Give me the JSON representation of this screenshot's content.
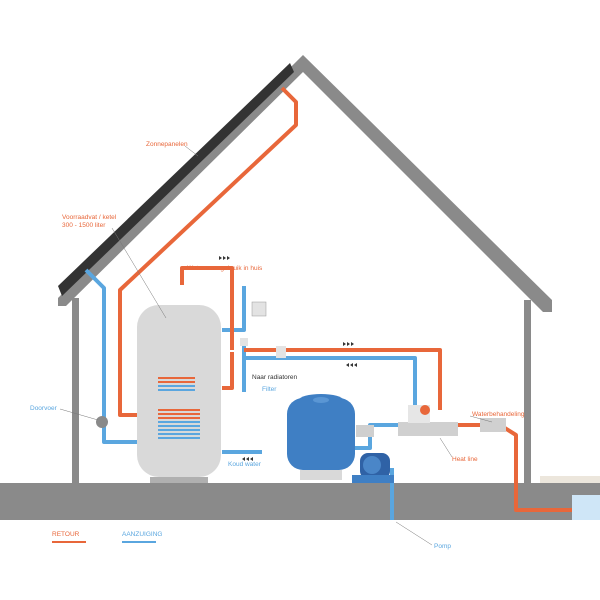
{
  "labels": {
    "zonnepanelen": "Zonnepanelen",
    "voorraadvat_line1": "Voorraadvat / ketel",
    "voorraadvat_line2": "300 - 1500 liter",
    "water_voor_gebruik": "Water voor gebruik in huis",
    "naar_radiatoren": "Naar radiatoren",
    "filter": "Filter",
    "doorvoer": "Doorvoer",
    "koud_water": "Koud water",
    "heat_line": "Heat line",
    "waterbehandeling": "Waterbehandeling",
    "pomp": "Pomp"
  },
  "legend": {
    "retour": "RETOUR",
    "aanzuiging": "AANZUIGING"
  },
  "colors": {
    "retour": "#e8673a",
    "aanzuiging": "#5aa6df",
    "ground": "#8a8a8a",
    "roof": "#8a8a8a",
    "panel": "#333333",
    "tank": "#d9d9d9",
    "filter_vessel": "#3f7fc4",
    "pool": "#cfe6f7"
  }
}
